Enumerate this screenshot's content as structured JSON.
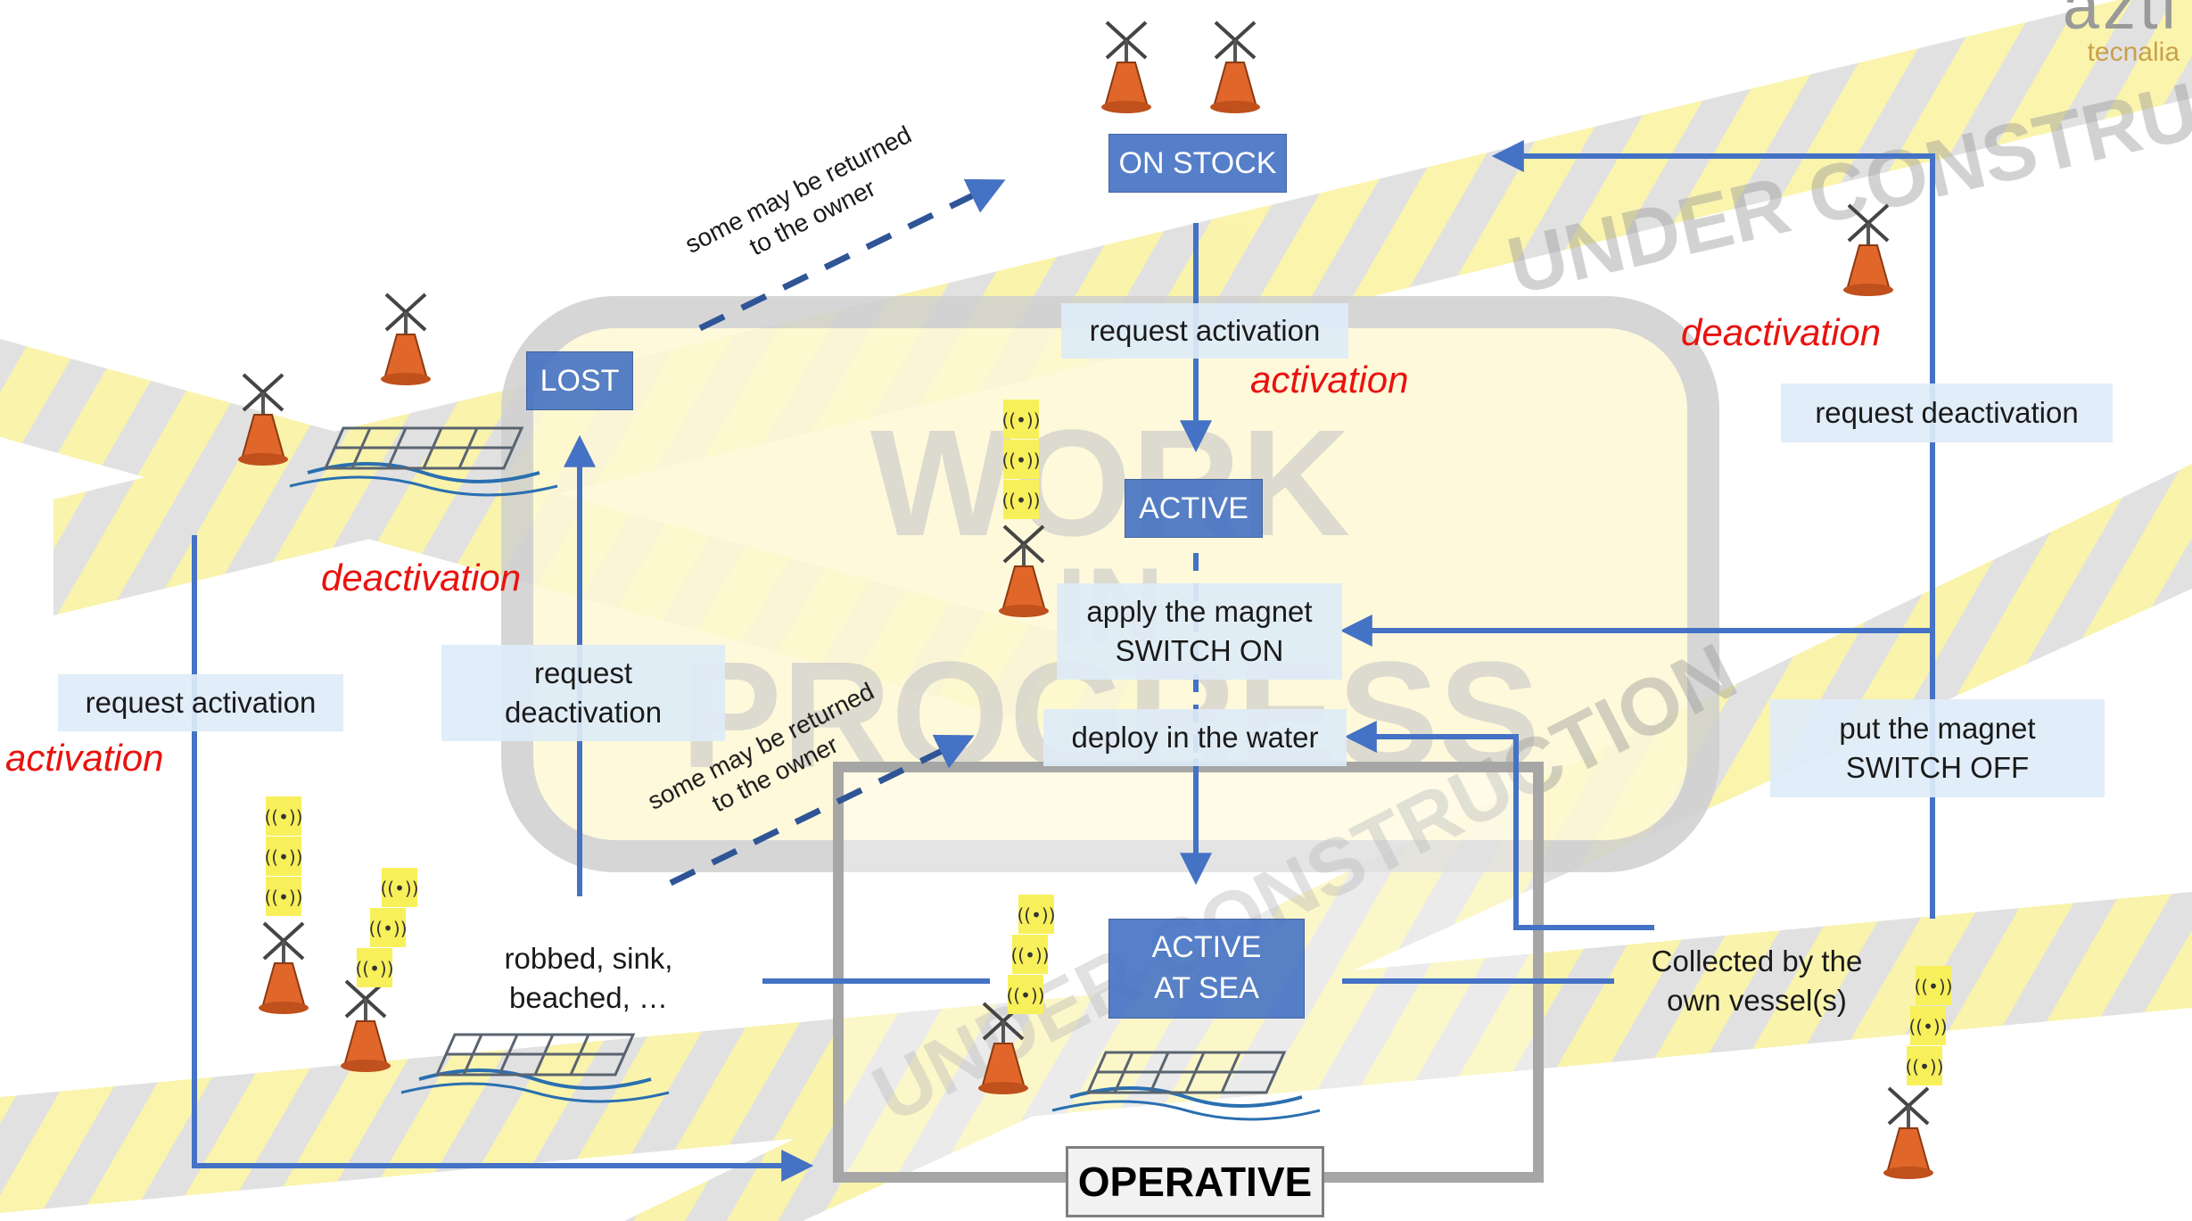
{
  "logo": {
    "name": "azti",
    "sub": "tecnalia"
  },
  "watermark": {
    "tape_text": "UNDER CONSTRUCTION",
    "sign_lines": [
      "WORK",
      "IN",
      "PROGRESS"
    ]
  },
  "states": {
    "on_stock": "ON STOCK",
    "active": "ACTIVE",
    "active_at_sea": "ACTIVE\nAT SEA",
    "lost": "LOST",
    "operative": "OPERATIVE"
  },
  "notes": {
    "request_activation_top": "request activation",
    "request_activation_left": "request activation",
    "request_deactivation_right": "request deactivation",
    "request_deactivation_lost": "request\ndeactivation",
    "apply_magnet": "apply the magnet\nSWITCH ON",
    "deploy_water": "deploy in the water",
    "put_magnet_off": "put the magnet\nSWITCH OFF"
  },
  "plain_text": {
    "robbed": "robbed, sink,\nbeached, …",
    "collected": "Collected by the\nown vessel(s)"
  },
  "events": {
    "activation_center": "activation",
    "activation_left": "activation",
    "deactivation_right": "deactivation",
    "deactivation_left": "deactivation"
  },
  "dashed_notes": {
    "returned_top": "some may be returned\nto the owner",
    "returned_bottom": "some may be returned\nto the owner"
  },
  "colors": {
    "arrow": "#4472c4",
    "state_fill": "#4472c4",
    "note_fill": "#deebf7",
    "event_red": "#e8130f",
    "tape_yellow": "#f5e85a",
    "buoy_orange": "#e0662a",
    "signal_yellow": "#f7f05a"
  },
  "icons": [
    "buoy-icon",
    "signal-icon",
    "raft-icon"
  ]
}
